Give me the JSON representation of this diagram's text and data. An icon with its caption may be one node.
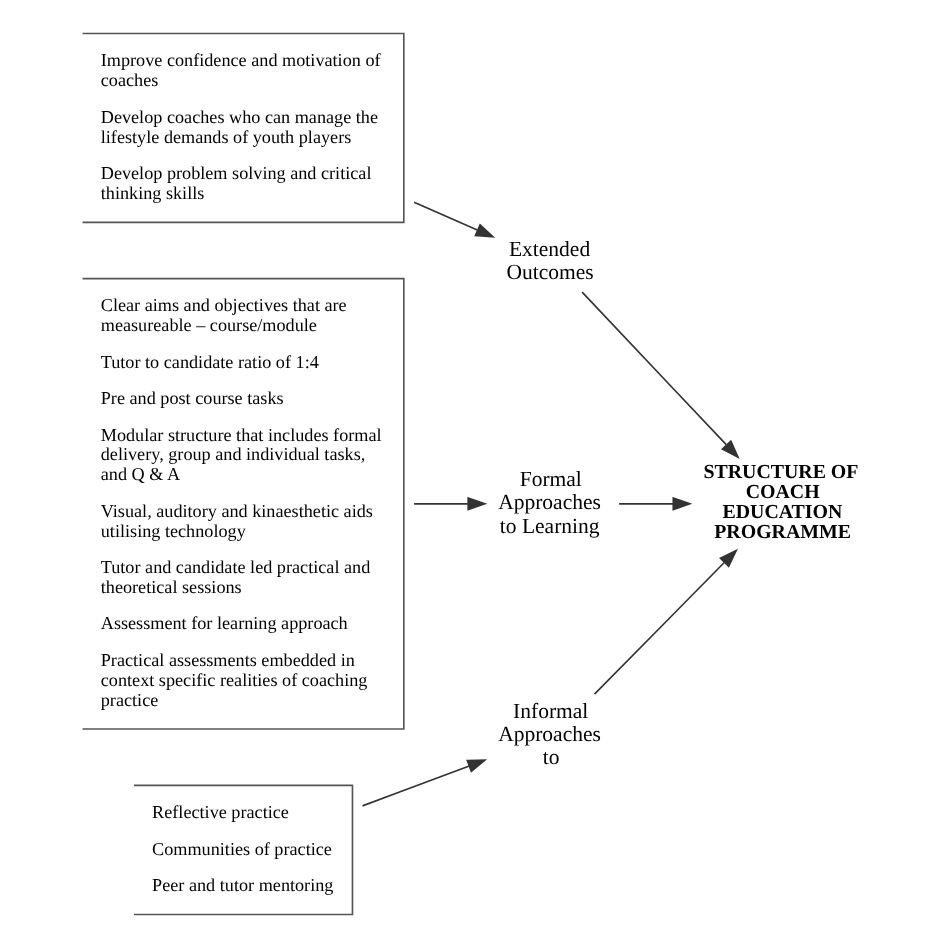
{
  "diagram": {
    "nodes": [
      {
        "text": [
          "Improve confidence and motivation of coaches",
          "Develop coaches who can manage the lifestyle demands of youth players",
          "Develop problem solving and critical thinking skills"
        ]
      },
      {
        "text": [
          "Extended Outcomes"
        ]
      },
      {
        "text": [
          "Clear aims and objectives that are measureable – course/module",
          "Tutor to candidate ratio of 1:4",
          "Pre and post course tasks",
          "Modular structure that includes formal delivery, group and individual tasks, and Q & A",
          "Visual, auditory and kinaesthetic aids utilising technology",
          "Tutor and candidate led practical and theoretical sessions",
          "Assessment for learning approach",
          "Practical assessments embedded in context specific realities of coaching practice"
        ]
      },
      {
        "text": [
          "Formal Approaches to Learning"
        ]
      },
      {
        "text": [
          "Reflective practice",
          "Communities of practice",
          "Peer and tutor mentoring"
        ]
      },
      {
        "text": [
          "Informal Approaches to"
        ]
      },
      {
        "text": [
          "STRUCTURE OF COACH EDUCATION PROGRAMME"
        ]
      }
    ],
    "edges": [
      {
        "from": 0,
        "to": 1,
        "arrow": "to"
      },
      {
        "from": 2,
        "to": 3,
        "arrow": "to"
      },
      {
        "from": 4,
        "to": 5,
        "arrow": "to"
      },
      {
        "from": 1,
        "to": 6,
        "arrow": "to"
      },
      {
        "from": 3,
        "to": 6,
        "arrow": "to"
      },
      {
        "from": 5,
        "to": 6,
        "arrow": "to"
      }
    ]
  }
}
